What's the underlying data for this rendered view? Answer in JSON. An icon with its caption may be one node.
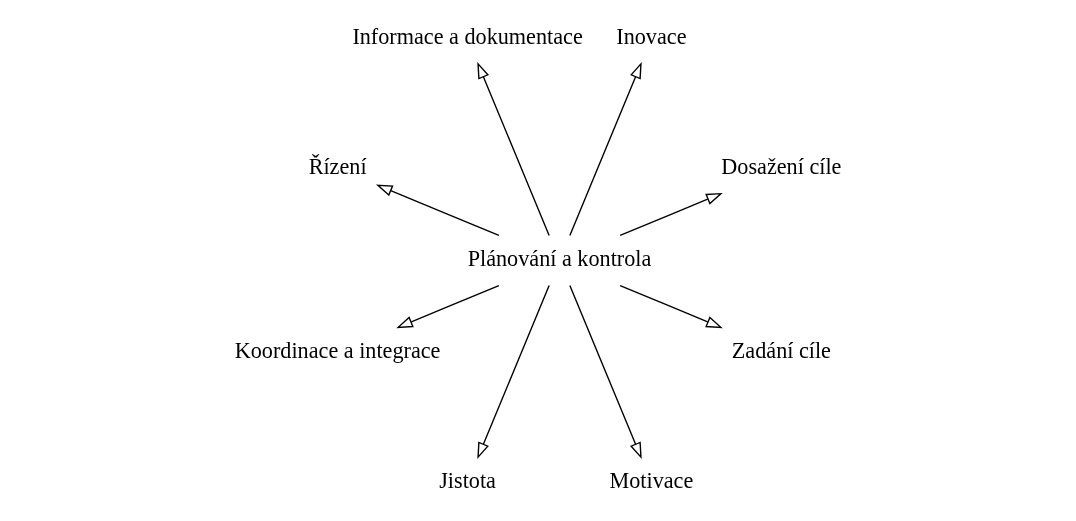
{
  "diagram": {
    "nodes": [
      {
        "text": [
          "Plánování a kontrola"
        ]
      },
      {
        "text": [
          "Dosažení cíle"
        ]
      },
      {
        "text": [
          "Inovace"
        ]
      },
      {
        "text": [
          "Informace a dokumentace"
        ]
      },
      {
        "text": [
          "Řízení"
        ]
      },
      {
        "text": [
          "Koordinace a integrace"
        ]
      },
      {
        "text": [
          "Jistota"
        ]
      },
      {
        "text": [
          "Motivace"
        ]
      },
      {
        "text": [
          "Zadání cíle"
        ]
      }
    ],
    "edges": [
      {
        "from": 0,
        "to": 1,
        "arrow": "to"
      },
      {
        "from": 0,
        "to": 2,
        "arrow": "to"
      },
      {
        "from": 0,
        "to": 3,
        "arrow": "to"
      },
      {
        "from": 0,
        "to": 4,
        "arrow": "to"
      },
      {
        "from": 0,
        "to": 5,
        "arrow": "to"
      },
      {
        "from": 0,
        "to": 6,
        "arrow": "to"
      },
      {
        "from": 0,
        "to": 7,
        "arrow": "to"
      },
      {
        "from": 0,
        "to": 8,
        "arrow": "to"
      }
    ]
  }
}
